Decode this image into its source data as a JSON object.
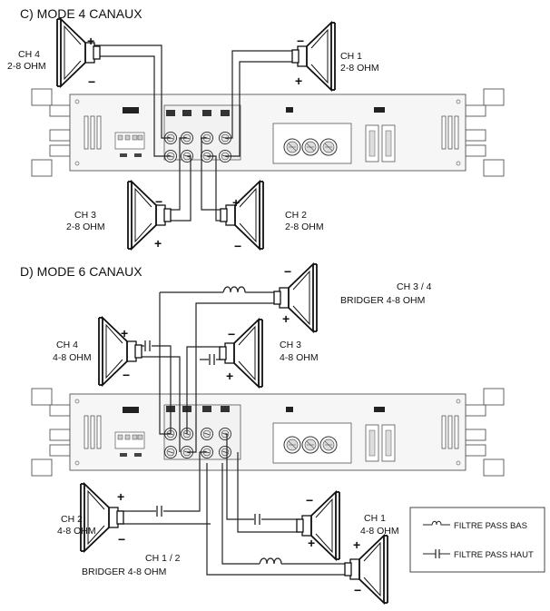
{
  "sections": [
    {
      "title": "C) MODE 4 CANAUX",
      "channels": [
        {
          "name": "CH 4",
          "ohm": "2-8 OHM"
        },
        {
          "name": "CH 1",
          "ohm": "2-8 OHM"
        },
        {
          "name": "CH 3",
          "ohm": "2-8 OHM"
        },
        {
          "name": "CH 2",
          "ohm": "2-8 OHM"
        }
      ]
    },
    {
      "title": "D)  MODE 6 CANAUX",
      "channels": [
        {
          "name": "CH 3 / 4",
          "ohm": "BRIDGER 4-8 OHM"
        },
        {
          "name": "CH 4",
          "ohm": "4-8 OHM"
        },
        {
          "name": "CH 3",
          "ohm": "4-8 OHM"
        },
        {
          "name": "CH 2",
          "ohm": "4-8 OHM"
        },
        {
          "name": "CH 1",
          "ohm": "4-8 OHM"
        },
        {
          "name": "CH 1 / 2",
          "ohm": "BRIDGER 4-8 OHM"
        }
      ]
    }
  ],
  "legend": {
    "low_pass": "FILTRE PASS BAS",
    "high_pass": "FILTRE PASS HAUT"
  },
  "signs": {
    "plus": "+",
    "minus": "−"
  }
}
